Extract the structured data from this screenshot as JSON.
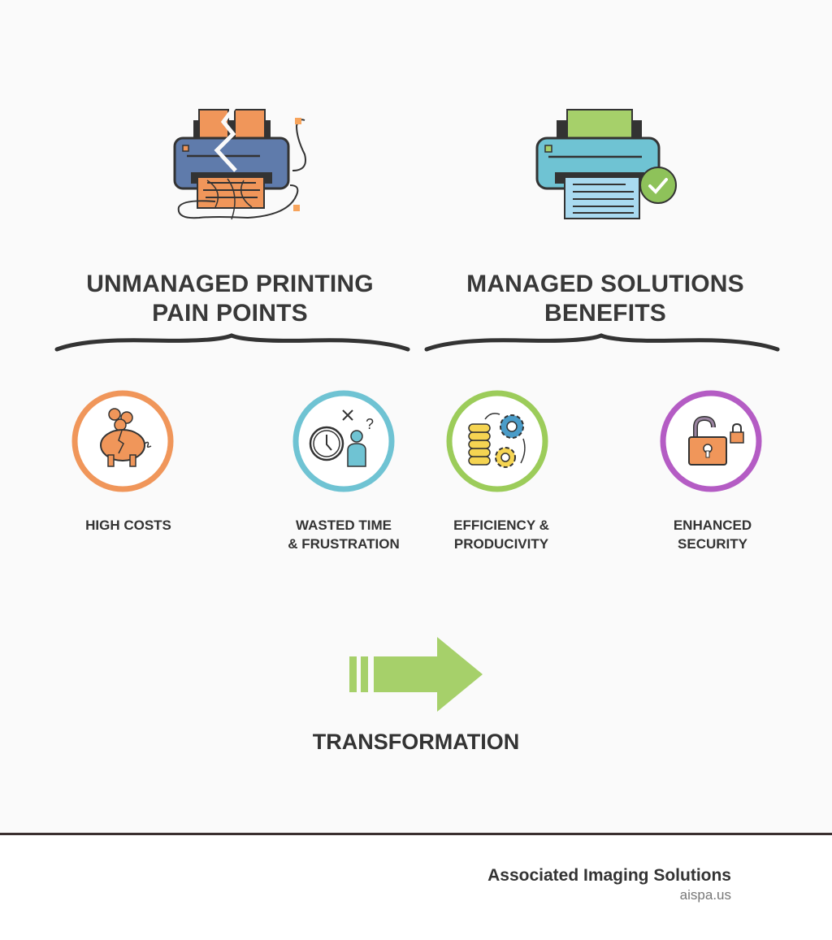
{
  "pain": {
    "heading_line1": "UNMANAGED PRINTING",
    "heading_line2": "PAIN POINTS",
    "items": [
      {
        "label_line1": "HIGH COSTS",
        "label_line2": "",
        "icon": "broken-piggy-bank-icon",
        "color": "#f0965a"
      },
      {
        "label_line1": "WASTED TIME",
        "label_line2": "& FRUSTRATION",
        "icon": "clock-confused-person-icon",
        "color": "#6fc3d3"
      }
    ]
  },
  "benefits": {
    "heading_line1": "MANAGED SOLUTIONS",
    "heading_line2": "BENEFITS",
    "items": [
      {
        "label_line1": "EFFICIENCY &",
        "label_line2": "PRODUCIVITY",
        "icon": "coins-gears-icon",
        "color": "#9ccc5a"
      },
      {
        "label_line1": "ENHANCED",
        "label_line2": "SECURITY",
        "icon": "padlock-icon",
        "color": "#b45cc4"
      }
    ]
  },
  "transformation": {
    "label": "TRANSFORMATION",
    "color": "#a6d06a"
  },
  "footer": {
    "company": "Associated Imaging Solutions",
    "website": "aispa.us"
  }
}
